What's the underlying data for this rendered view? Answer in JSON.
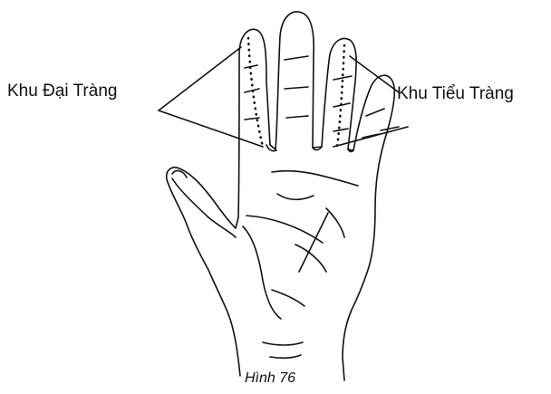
{
  "labels": {
    "left": "Khu Đại Tràng",
    "right": "Khu Tiểu Tràng"
  },
  "caption": "Hình 76",
  "colors": {
    "ink": "#111111",
    "background": "#ffffff"
  }
}
